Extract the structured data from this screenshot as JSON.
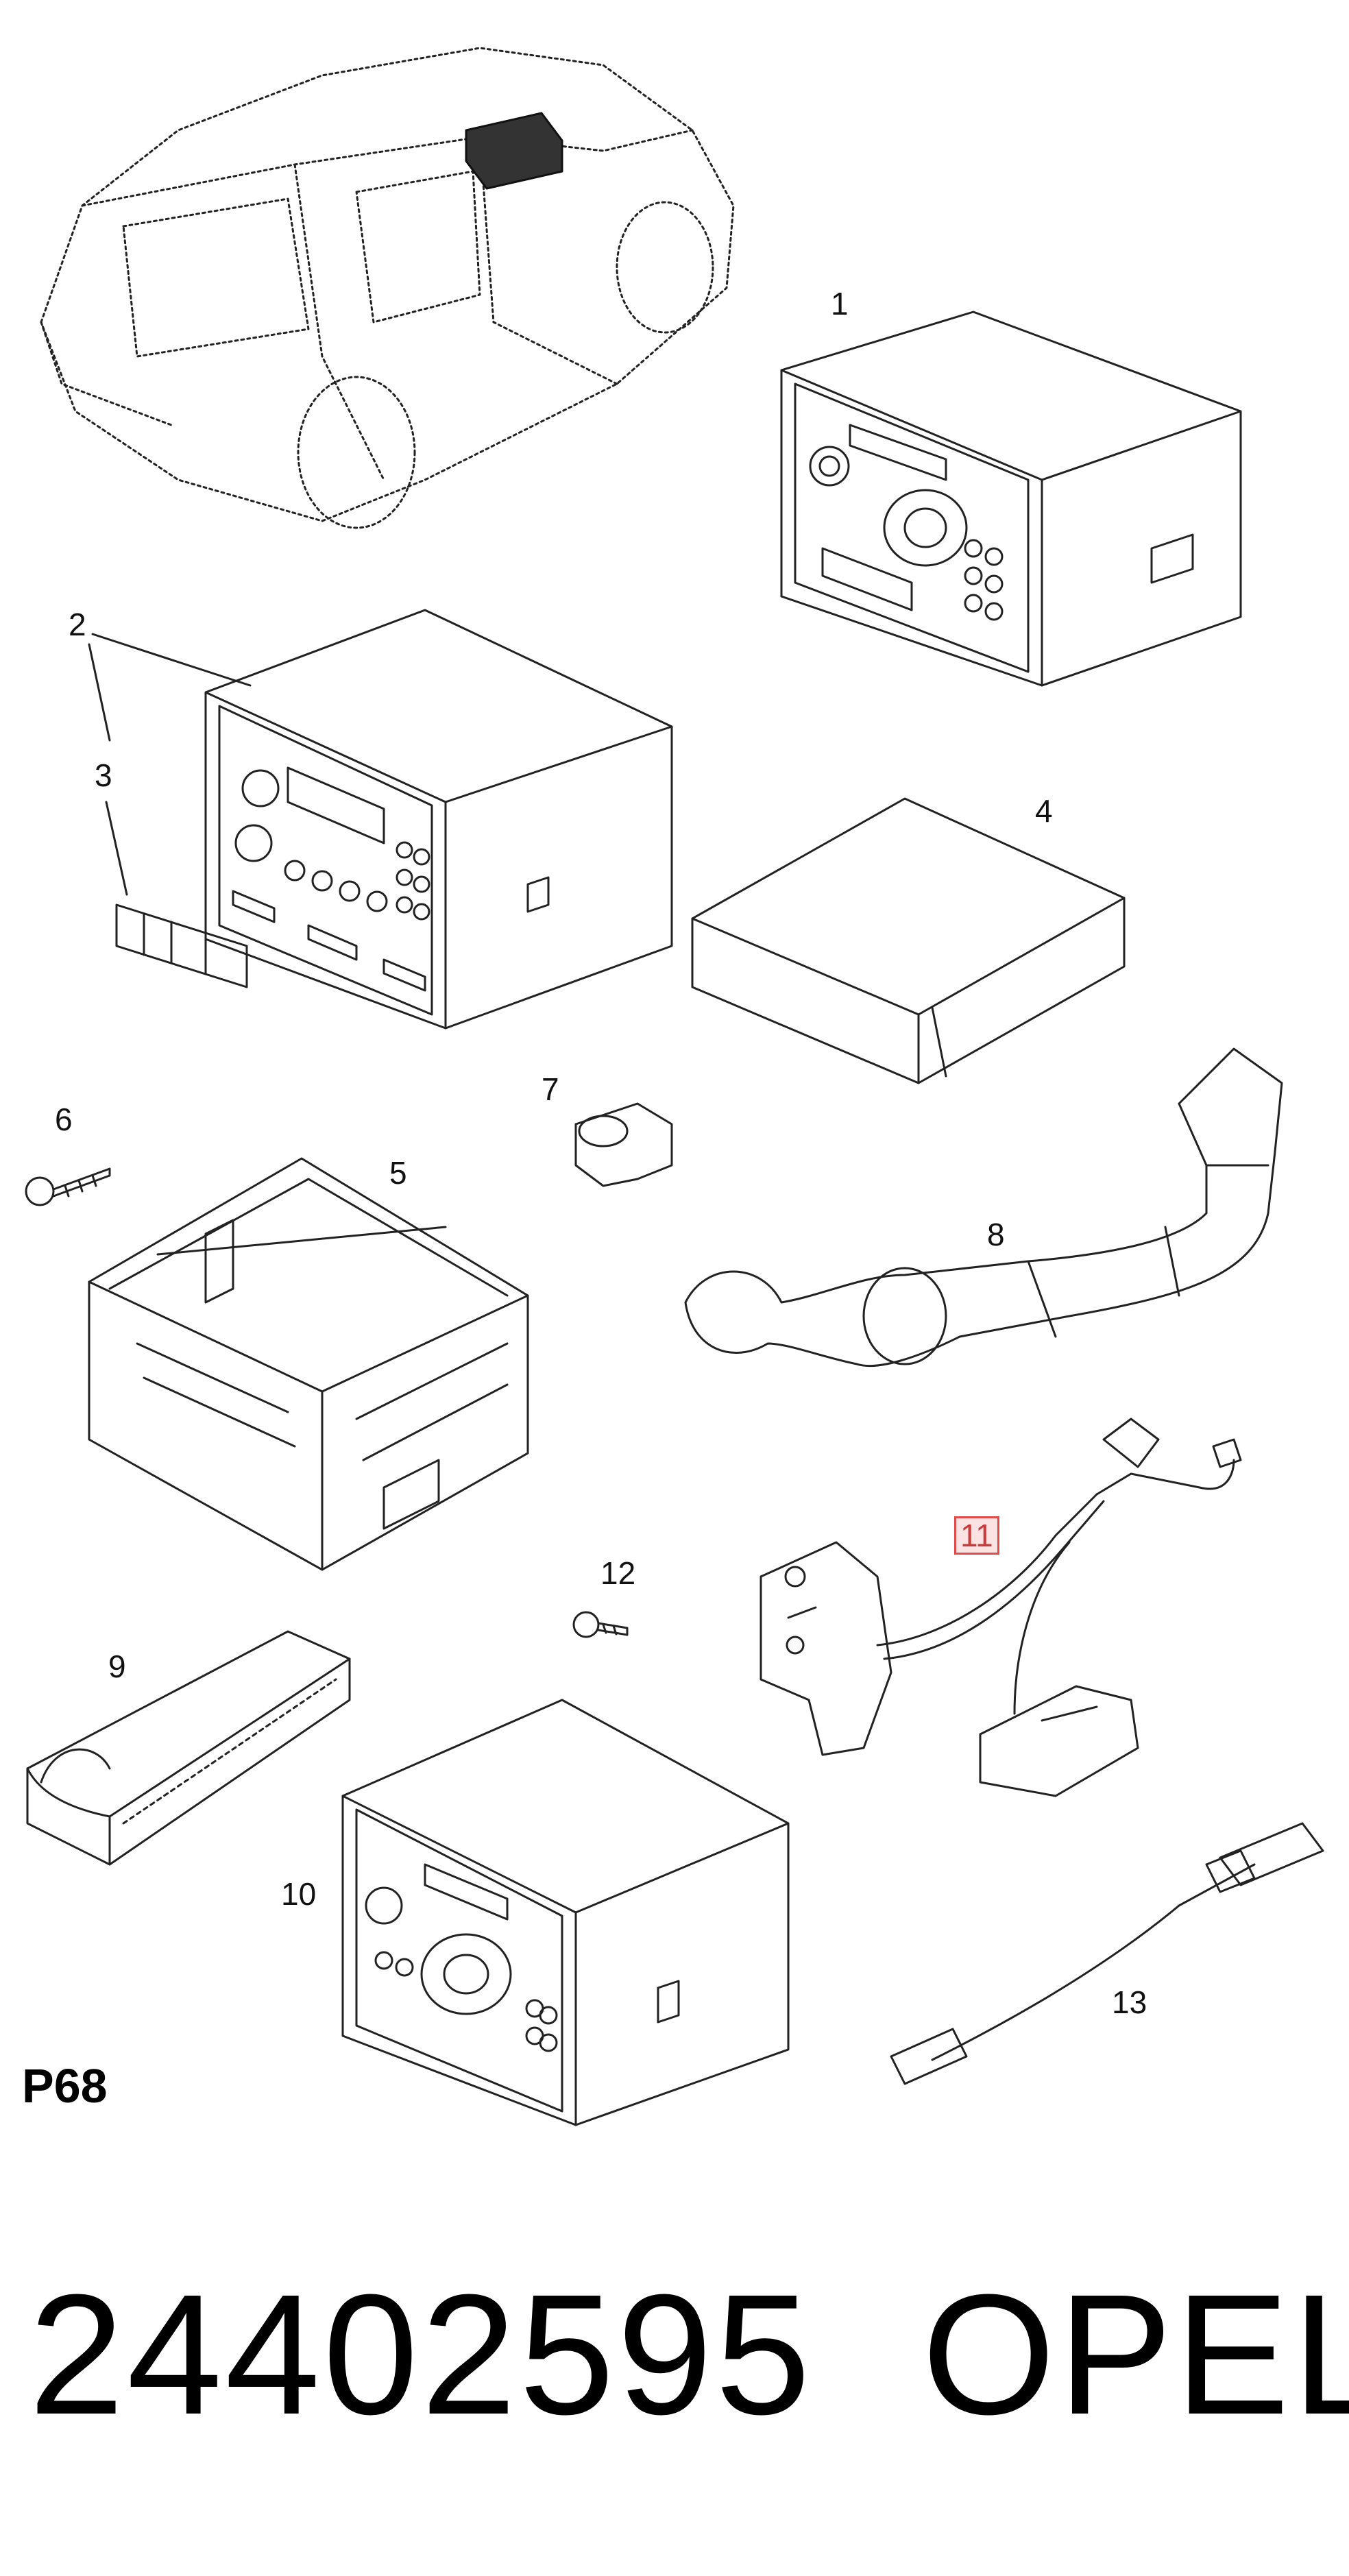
{
  "callouts": {
    "n1": "1",
    "n2": "2",
    "n3": "3",
    "n4": "4",
    "n5": "5",
    "n6": "6",
    "n7": "7",
    "n8": "8",
    "n9": "9",
    "n10": "10",
    "n11": "11",
    "n12": "12",
    "n13": "13"
  },
  "page_code": "P68",
  "part_number": "24402595",
  "brand": "OPEL",
  "colors": {
    "line": "#222222",
    "highlight_border": "#e24a4a",
    "highlight_fill": "#fbe3e3"
  }
}
